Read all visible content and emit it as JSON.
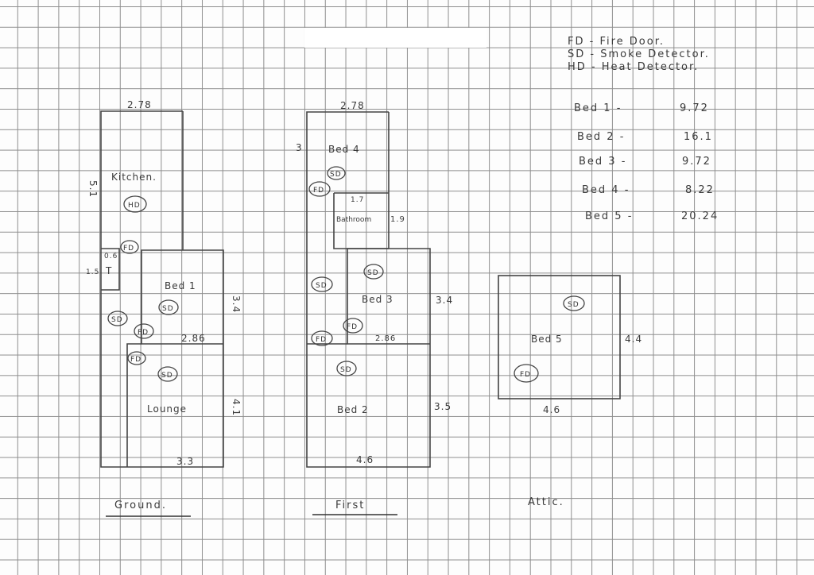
{
  "legend": [
    {
      "code": "FD",
      "text": "FD - Fire Door."
    },
    {
      "code": "SD",
      "text": "SD - Smoke Detector."
    },
    {
      "code": "HD",
      "text": "HD - Heat Detector."
    }
  ],
  "areas": [
    {
      "room": "Bed 1 -",
      "value": "9.72"
    },
    {
      "room": "Bed 2 -",
      "value": "16.1"
    },
    {
      "room": "Bed 3 -",
      "value": "9.72"
    },
    {
      "room": "Bed 4 -",
      "value": "8.22"
    },
    {
      "room": "Bed 5 -",
      "value": "20.24"
    }
  ],
  "ground": {
    "title": "Ground.",
    "kitchen": "Kitchen.",
    "kitchen_width": "2.78",
    "kitchen_length": "5.1",
    "toilet": "T",
    "toilet_w": "0.6",
    "toilet_l": "1.5",
    "bed1": "Bed 1",
    "bed1_width": "2.86",
    "bed1_length": "3.4",
    "lounge": "Lounge",
    "lounge_width": "3.3",
    "lounge_length": "4.1",
    "symbols": {
      "hd": "HD",
      "fd": "FD",
      "sd": "SD"
    }
  },
  "first": {
    "title": "First",
    "bed4": "Bed 4",
    "bed4_width": "2.78",
    "bed4_length": "3",
    "bathroom": "Bathroom",
    "bathroom_w": "1.7",
    "bathroom_l": "1.9",
    "bed3": "Bed 3",
    "bed3_width": "2.86",
    "bed3_length": "3.4",
    "bed2": "Bed 2",
    "bed2_width": "4.6",
    "bed2_length": "3.5"
  },
  "attic": {
    "title": "Attic.",
    "bed5": "Bed 5",
    "bed5_width": "4.6",
    "bed5_length": "4.4"
  }
}
